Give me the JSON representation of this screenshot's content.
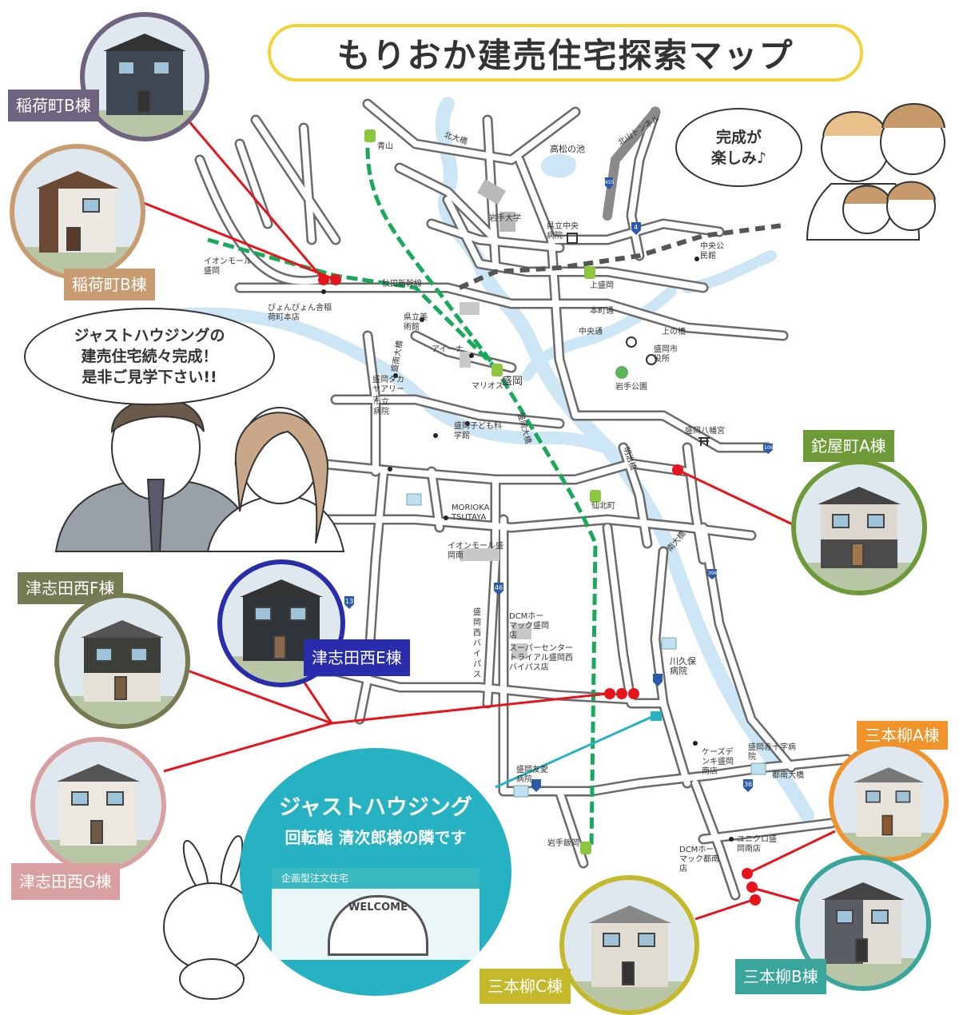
{
  "title": "もりおか建売住宅探索マップ",
  "family_bubble": {
    "line1": "完成が",
    "line2": "楽しみ♪"
  },
  "couple_bubble": {
    "line1": "ジャストハウジングの",
    "line2": "建売住宅続々完成！",
    "line3": "是非ご見学下さい!!"
  },
  "homes": {
    "inaricho_b_top": {
      "label": "稲荷町B棟",
      "color": "#6e6480"
    },
    "inaricho_b_bottom": {
      "label": "稲荷町B棟",
      "color": "#c99b70"
    },
    "kagoyacho_a": {
      "label": "鉈屋町A棟",
      "color": "#6e9b38"
    },
    "tsushida_nishi_f": {
      "label": "津志田西F棟",
      "color": "#767a52"
    },
    "tsushida_nishi_e": {
      "label": "津志田西E棟",
      "color": "#2a2dab"
    },
    "tsushida_nishi_g": {
      "label": "津志田西G棟",
      "color": "#d8a0a0"
    },
    "sanbongi_a": {
      "label": "三本柳A棟",
      "color": "#f0932a"
    },
    "sanbongi_c": {
      "label": "三本柳C棟",
      "color": "#c4b92a"
    },
    "sanbongi_b": {
      "label": "三本柳B棟",
      "color": "#3aa59a"
    }
  },
  "company": {
    "name": "ジャストハウジング",
    "location_line": "回転鮨 清次郎様の隣です",
    "sign": "企画型注文住宅",
    "welcome": "WELCOME",
    "color": "#27b2c3"
  },
  "stations": [
    "青山",
    "盛岡",
    "上盛岡",
    "仙北町",
    "岩手飯岡"
  ],
  "places": [
    "高松の池",
    "北大橋",
    "北山トンネル",
    "岩手大学",
    "県立中央病院",
    "中央公民館",
    "イオンモール盛岡",
    "ぴょんぴょん舎稲荷町本店",
    "秋田新幹線",
    "県立美術館",
    "アイーナ",
    "盛岡タカヤアリーナ",
    "市立病院",
    "マリオス",
    "本町通",
    "中央通",
    "上の橋",
    "盛岡市役所",
    "岩手公園",
    "盛岡子ども科学館",
    "盛岡八幡宮",
    "明治橋",
    "MORIOKA TSUTAYA",
    "イオンモール盛岡南",
    "南大橋",
    "盛岡西バイパス",
    "DCMホーマック盛岡店",
    "スーパーセンタートライアル盛岡西バイパス店",
    "川久保病院",
    "ケーズデンキ盛岡南店",
    "盛岡赤十字病院",
    "都南大橋",
    "盛岡友愛病院",
    "DCMホーマック都南店",
    "ユニクロ盛岡南店",
    "盛岡大橋",
    "盛南大橋"
  ],
  "routes": [
    "4",
    "455",
    "46",
    "13",
    "106",
    "396",
    "36"
  ],
  "colors": {
    "river": "#cde6f5",
    "road_outline": "#6a6a6a",
    "rail": "#1aa85a",
    "pin": "#e8141b",
    "title_border": "#f2d33a"
  }
}
